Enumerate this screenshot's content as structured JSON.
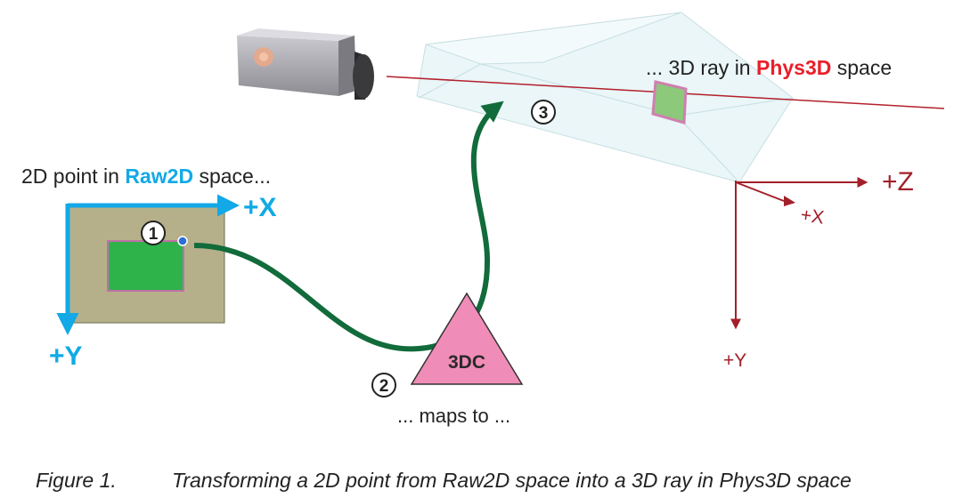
{
  "raw2d": {
    "label_prefix": "2D point in ",
    "label_space": "Raw2D",
    "label_suffix": " space...",
    "axis_x": "+X",
    "axis_y": "+Y",
    "color": "#12a9e6"
  },
  "phys3d": {
    "label_prefix": "... 3D ray in ",
    "label_space": "Phys3D",
    "label_suffix": " space",
    "axis_z": "+Z",
    "axis_x": "+X",
    "axis_y": "+Y",
    "color": "#a3202a",
    "space_color": "#e8202a"
  },
  "steps": [
    {
      "num": "1"
    },
    {
      "num": "2"
    },
    {
      "num": "3"
    }
  ],
  "calibration": {
    "label": "3DC",
    "maps_to": "... maps to ..."
  },
  "caption": {
    "figure": "Figure 1.",
    "text": "Transforming a 2D point from Raw2D space into a 3D ray in Phys3D space"
  },
  "colors": {
    "arrow": "#116b3a",
    "triangle": "#f08cb8",
    "image_bg": "#b5b08a",
    "green_rect": "#2db34a"
  }
}
